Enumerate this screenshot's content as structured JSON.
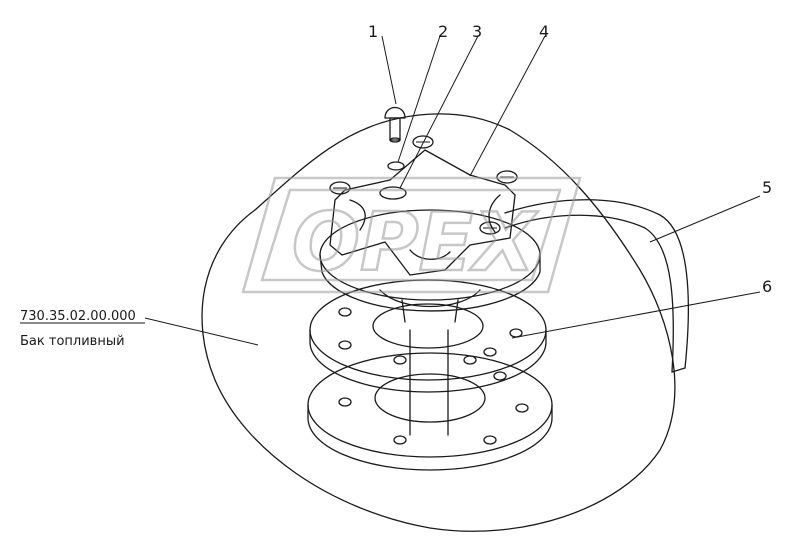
{
  "diagram": {
    "part_number": "730.35.02.00.000",
    "part_name": "Бак топливный",
    "watermark": "OPEX",
    "callouts": [
      "1",
      "2",
      "3",
      "4",
      "5",
      "6"
    ]
  }
}
